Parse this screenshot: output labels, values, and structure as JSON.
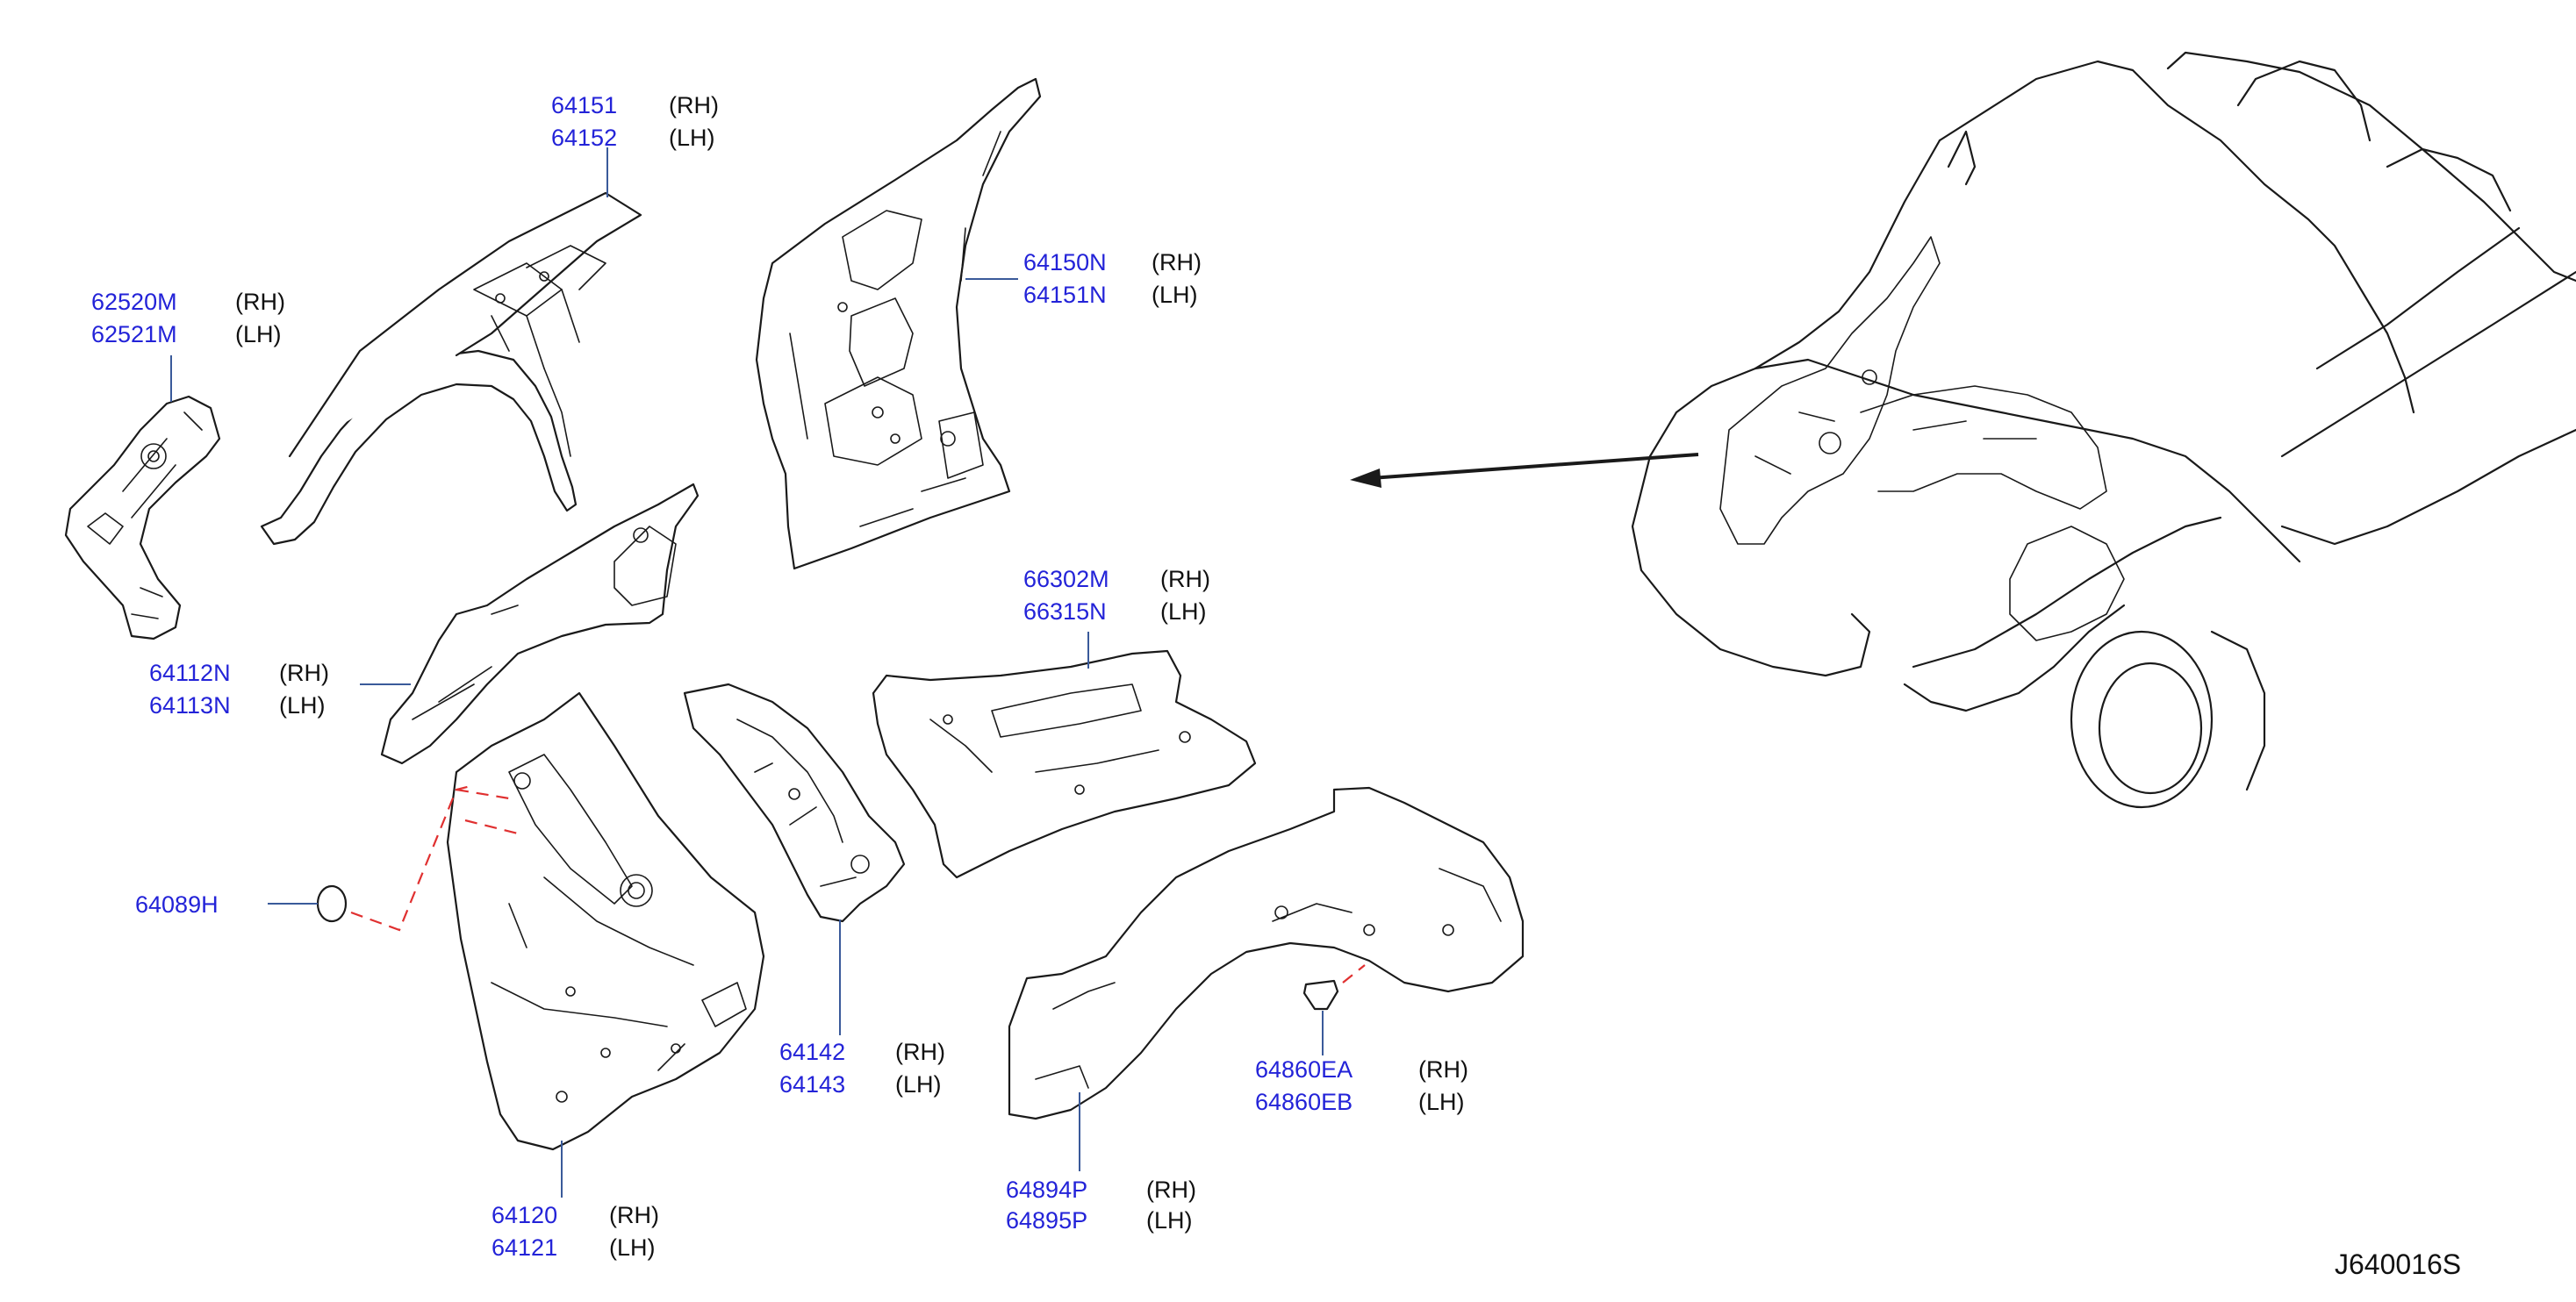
{
  "callouts": [
    {
      "id": "c1",
      "parts": [
        {
          "no": "64151",
          "side": "(RH)"
        },
        {
          "no": "64152",
          "side": "(LH)"
        }
      ]
    },
    {
      "id": "c2",
      "parts": [
        {
          "no": "62520M",
          "side": "(RH)"
        },
        {
          "no": "62521M",
          "side": "(LH)"
        }
      ]
    },
    {
      "id": "c3",
      "parts": [
        {
          "no": "64150N",
          "side": "(RH)"
        },
        {
          "no": "64151N",
          "side": "(LH)"
        }
      ]
    },
    {
      "id": "c4",
      "parts": [
        {
          "no": "64112N",
          "side": "(RH)"
        },
        {
          "no": "64113N",
          "side": "(LH)"
        }
      ]
    },
    {
      "id": "c5",
      "parts": [
        {
          "no": "66302M",
          "side": "(RH)"
        },
        {
          "no": "66315N",
          "side": "(LH)"
        }
      ]
    },
    {
      "id": "c6",
      "parts": [
        {
          "no": "64089H",
          "side": ""
        }
      ]
    },
    {
      "id": "c7",
      "parts": [
        {
          "no": "64142",
          "side": "(RH)"
        },
        {
          "no": "64143",
          "side": "(LH)"
        }
      ]
    },
    {
      "id": "c8",
      "parts": [
        {
          "no": "64860EA",
          "side": "(RH)"
        },
        {
          "no": "64860EB",
          "side": "(LH)"
        }
      ]
    },
    {
      "id": "c9",
      "parts": [
        {
          "no": "64894P",
          "side": "(RH)"
        },
        {
          "no": "64895P",
          "side": "(LH)"
        }
      ]
    },
    {
      "id": "c10",
      "parts": [
        {
          "no": "64120",
          "side": "(RH)"
        },
        {
          "no": "64121",
          "side": "(LH)"
        }
      ]
    }
  ],
  "diagram_code": "J640016S",
  "colors": {
    "part_number": "#2323d8",
    "line": "#1a1a1a",
    "leader": "#3a5a9a",
    "clip_dash": "#e03030"
  }
}
